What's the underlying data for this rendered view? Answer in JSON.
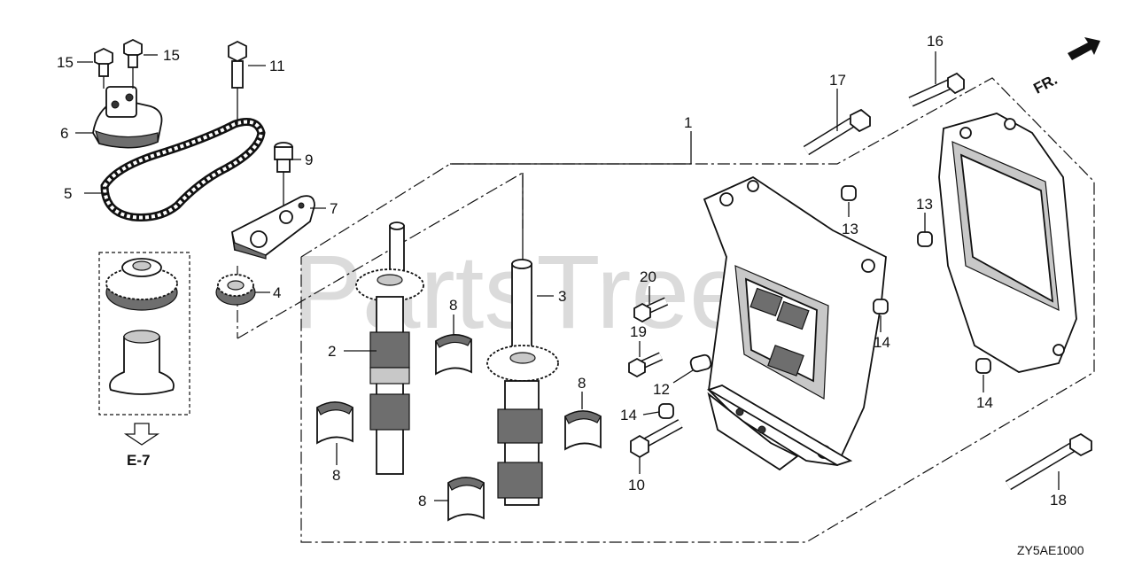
{
  "diagram": {
    "watermark": "PartsTree",
    "ref_code": "ZY5AE1000",
    "front_indicator": "FR.",
    "page_ref": "E-7",
    "callouts": [
      {
        "id": "c1",
        "text": "1"
      },
      {
        "id": "c2",
        "text": "2"
      },
      {
        "id": "c3",
        "text": "3"
      },
      {
        "id": "c4",
        "text": "4"
      },
      {
        "id": "c5",
        "text": "5"
      },
      {
        "id": "c6",
        "text": "6"
      },
      {
        "id": "c7",
        "text": "7"
      },
      {
        "id": "c8a",
        "text": "8"
      },
      {
        "id": "c8b",
        "text": "8"
      },
      {
        "id": "c8c",
        "text": "8"
      },
      {
        "id": "c8d",
        "text": "8"
      },
      {
        "id": "c9",
        "text": "9"
      },
      {
        "id": "c10",
        "text": "10"
      },
      {
        "id": "c11",
        "text": "11"
      },
      {
        "id": "c12",
        "text": "12"
      },
      {
        "id": "c13a",
        "text": "13"
      },
      {
        "id": "c13b",
        "text": "13"
      },
      {
        "id": "c14a",
        "text": "14"
      },
      {
        "id": "c14b",
        "text": "14"
      },
      {
        "id": "c14c",
        "text": "14"
      },
      {
        "id": "c15a",
        "text": "15"
      },
      {
        "id": "c15b",
        "text": "15"
      },
      {
        "id": "c16",
        "text": "16"
      },
      {
        "id": "c17",
        "text": "17"
      },
      {
        "id": "c18",
        "text": "18"
      },
      {
        "id": "c19",
        "text": "19"
      },
      {
        "id": "c20",
        "text": "20"
      }
    ]
  }
}
